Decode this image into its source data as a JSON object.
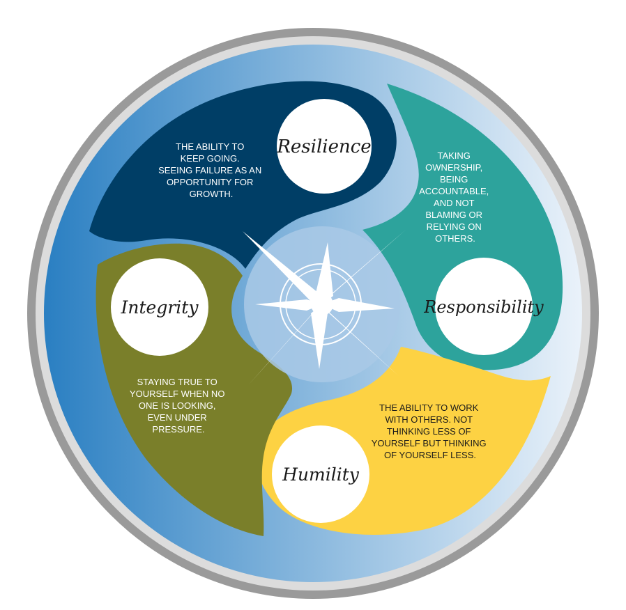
{
  "values": [
    {
      "id": "resilience",
      "title": "Resilience",
      "description": [
        "THE ABILITY TO",
        "KEEP GOING.",
        "SEEING FAILURE AS AN",
        "OPPORTUNITY FOR",
        "GROWTH."
      ],
      "color": "#003e66",
      "text_color": "#ffffff"
    },
    {
      "id": "responsibility",
      "title": "Responsibility",
      "description": [
        "TAKING",
        "OWNERSHIP,",
        "BEING",
        "ACCOUNTABLE,",
        "AND NOT",
        "BLAMING OR",
        "RELYING ON",
        "OTHERS."
      ],
      "color": "#2da39c",
      "text_color": "#ffffff"
    },
    {
      "id": "humility",
      "title": "Humility",
      "description": [
        "THE ABILITY TO WORK",
        "WITH OTHERS. NOT",
        "THINKING LESS OF",
        "YOURSELF BUT THINKING",
        "OF YOURSELF LESS."
      ],
      "color": "#fdd243",
      "text_color": "#1a1a1a"
    },
    {
      "id": "integrity",
      "title": "Integrity",
      "description": [
        "STAYING TRUE TO",
        "YOURSELF WHEN NO",
        "ONE IS LOOKING,",
        "EVEN UNDER",
        "PRESSURE."
      ],
      "color": "#7a7f2a",
      "text_color": "#ffffff"
    }
  ],
  "colors": {
    "outer_ring_dark": "#9a9a9a",
    "outer_ring_light": "#dcdcdc",
    "disc_left": "#2a7fc2",
    "disc_right": "#eaf2fa",
    "center_circle": "#a9c9e6",
    "compass": "#ffffff"
  },
  "icons": {
    "center": "compass-rose-icon"
  }
}
